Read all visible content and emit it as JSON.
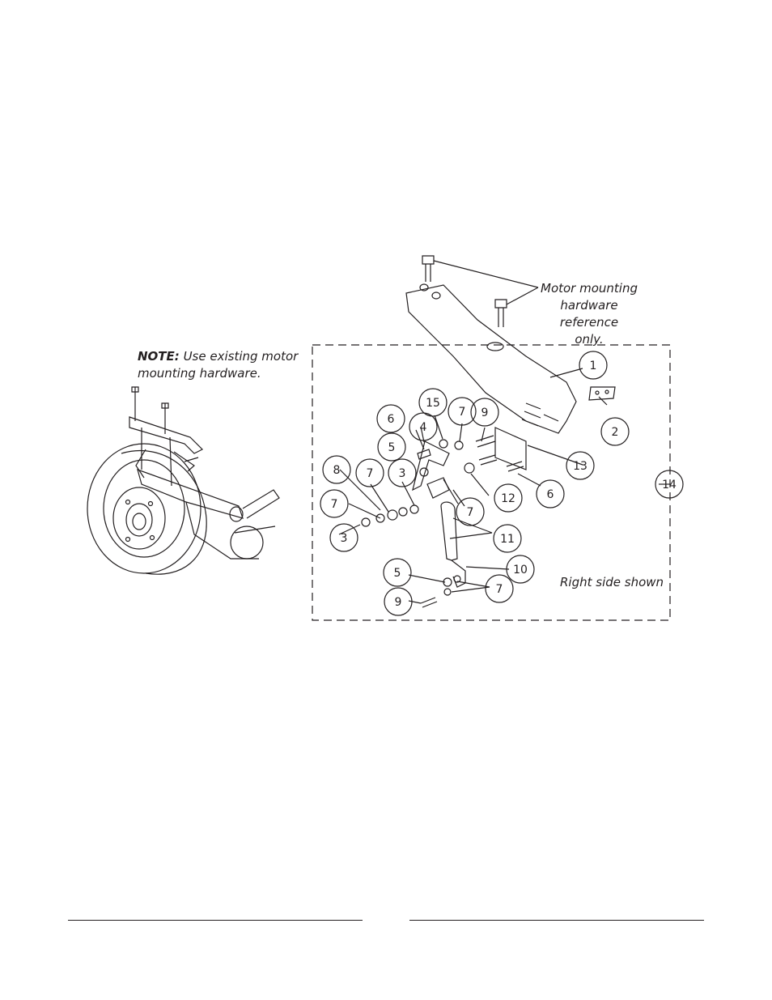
{
  "notes": {
    "note_label": "NOTE:",
    "note_text": "Use existing motor",
    "note_text2": "mounting hardware.",
    "reference_line1": "Motor mounting",
    "reference_line2": "hardware reference",
    "reference_line3": "only.",
    "side_label": "Right side shown"
  },
  "callouts": [
    "1",
    "2",
    "13",
    "14",
    "15",
    "4",
    "7",
    "9",
    "6",
    "5",
    "6",
    "12",
    "8",
    "7",
    "3",
    "7",
    "7",
    "3",
    "11",
    "10",
    "5",
    "7",
    "9"
  ]
}
